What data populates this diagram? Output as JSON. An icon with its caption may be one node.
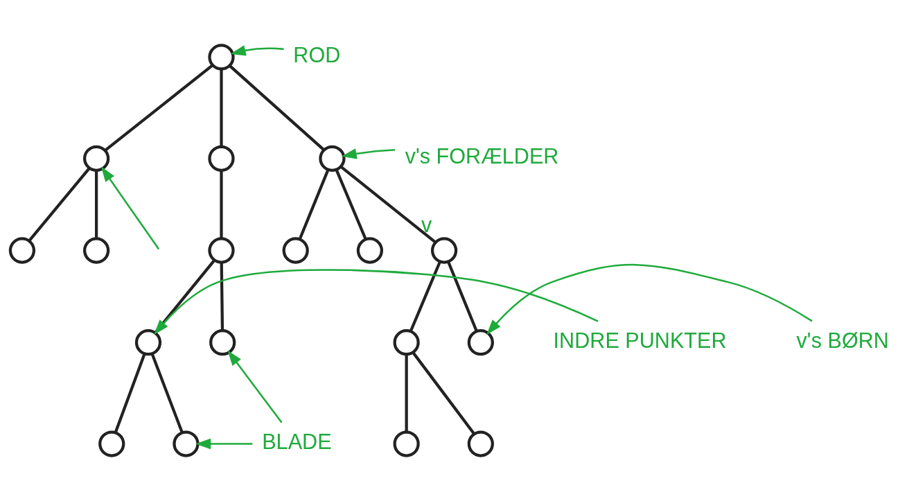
{
  "diagram": {
    "nodes": [
      {
        "text": [],
        "shape": "circle"
      },
      {
        "text": [],
        "shape": "circle"
      },
      {
        "text": [],
        "shape": "circle"
      },
      {
        "text": [],
        "shape": "circle"
      },
      {
        "text": [],
        "shape": "circle"
      },
      {
        "text": [],
        "shape": "circle"
      },
      {
        "text": [],
        "shape": "circle"
      },
      {
        "text": [],
        "shape": "circle"
      },
      {
        "text": [],
        "shape": "circle"
      },
      {
        "text": [],
        "shape": "circle",
        "beside": [
          "v"
        ]
      },
      {
        "text": [],
        "shape": "circle"
      },
      {
        "text": [],
        "shape": "circle"
      },
      {
        "text": [],
        "shape": "circle"
      },
      {
        "text": [],
        "shape": "circle"
      },
      {
        "text": [],
        "shape": "circle"
      },
      {
        "text": [],
        "shape": "circle"
      },
      {
        "text": [],
        "shape": "circle"
      },
      {
        "text": [],
        "shape": "circle"
      },
      {
        "text": [
          "ROD"
        ]
      },
      {
        "text": [
          "v's FORÆLDER"
        ]
      },
      {
        "text": [
          "v's BØRN"
        ]
      },
      {
        "text": [
          "INDRE PUNKTER"
        ]
      },
      {
        "text": [
          "BLADE"
        ]
      }
    ],
    "edges": [
      {
        "from": 0,
        "to": 1,
        "arrow": "none"
      },
      {
        "from": 0,
        "to": 2,
        "arrow": "none"
      },
      {
        "from": 0,
        "to": 3,
        "arrow": "none"
      },
      {
        "from": 1,
        "to": 4,
        "arrow": "none"
      },
      {
        "from": 1,
        "to": 5,
        "arrow": "none"
      },
      {
        "from": 2,
        "to": 6,
        "arrow": "none"
      },
      {
        "from": 3,
        "to": 7,
        "arrow": "none"
      },
      {
        "from": 3,
        "to": 8,
        "arrow": "none"
      },
      {
        "from": 3,
        "to": 9,
        "arrow": "none"
      },
      {
        "from": 6,
        "to": 10,
        "arrow": "none"
      },
      {
        "from": 6,
        "to": 11,
        "arrow": "none"
      },
      {
        "from": 9,
        "to": 12,
        "arrow": "none"
      },
      {
        "from": 9,
        "to": 13,
        "arrow": "none"
      },
      {
        "from": 10,
        "to": 14,
        "arrow": "none"
      },
      {
        "from": 10,
        "to": 15,
        "arrow": "none"
      },
      {
        "from": 12,
        "to": 16,
        "arrow": "none"
      },
      {
        "from": 12,
        "to": 17,
        "arrow": "none"
      },
      {
        "from": 18,
        "to": 0,
        "arrow": "to",
        "color": "#1faa3c"
      },
      {
        "from": 19,
        "to": 3,
        "arrow": "to",
        "color": "#1faa3c"
      },
      {
        "from": 20,
        "to": 13,
        "arrow": "to",
        "color": "#1faa3c"
      },
      {
        "from": 21,
        "to": 10,
        "arrow": "to",
        "color": "#1faa3c"
      },
      {
        "from": null,
        "to": 1,
        "arrow": "to",
        "color": "#1faa3c"
      },
      {
        "from": 22,
        "to": 15,
        "arrow": "to",
        "color": "#1faa3c"
      },
      {
        "from": 22,
        "to": 11,
        "arrow": "to",
        "color": "#1faa3c"
      }
    ]
  }
}
